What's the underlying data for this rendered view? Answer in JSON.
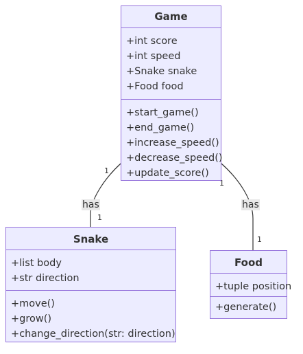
{
  "classes": {
    "game": {
      "name": "Game",
      "attributes": [
        "+int score",
        "+int speed",
        "+Snake snake",
        "+Food food"
      ],
      "methods": [
        "+start_game()",
        "+end_game()",
        "+increase_speed()",
        "+decrease_speed()",
        "+update_score()"
      ]
    },
    "snake": {
      "name": "Snake",
      "attributes": [
        "+list body",
        "+str direction"
      ],
      "methods": [
        "+move()",
        "+grow()",
        "+change_direction(str: direction)"
      ]
    },
    "food": {
      "name": "Food",
      "attributes": [
        "+tuple position"
      ],
      "methods": [
        "+generate()"
      ]
    }
  },
  "relations": {
    "game_snake": {
      "label": "has",
      "source_multiplicity": "1",
      "target_multiplicity": "1"
    },
    "game_food": {
      "label": "has",
      "source_multiplicity": "1",
      "target_multiplicity": "1"
    }
  },
  "colors": {
    "class_fill": "#ececff",
    "class_border": "#9370db",
    "line": "#333333",
    "label_background": "#e8e8e8"
  }
}
